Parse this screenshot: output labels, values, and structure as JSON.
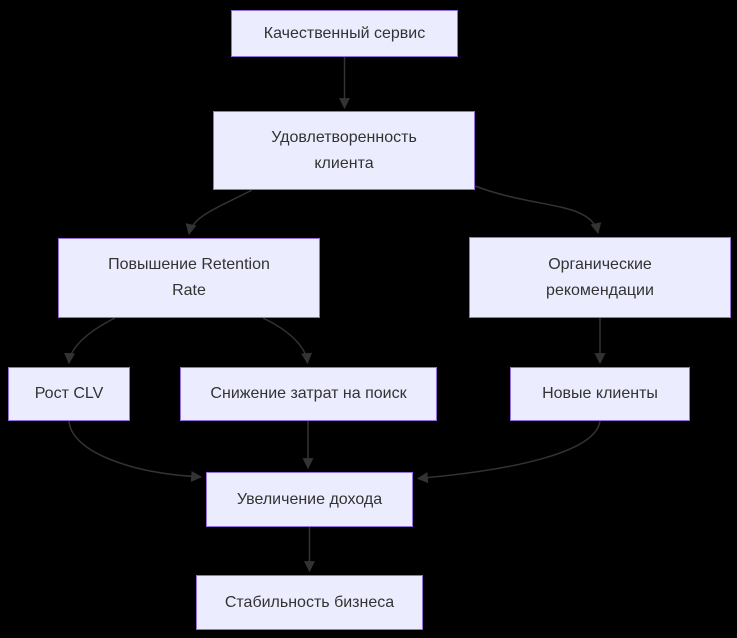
{
  "diagram": {
    "type": "flowchart",
    "direction": "top-down",
    "nodes": [
      {
        "id": "A",
        "label": "Качественный сервис"
      },
      {
        "id": "B",
        "label": "Удовлетворенность клиента"
      },
      {
        "id": "C",
        "label": "Повышение Retention Rate"
      },
      {
        "id": "D",
        "label": "Органические рекомендации"
      },
      {
        "id": "E",
        "label": "Рост CLV"
      },
      {
        "id": "F",
        "label": "Снижение затрат на поиск"
      },
      {
        "id": "G",
        "label": "Новые клиенты"
      },
      {
        "id": "H",
        "label": "Увеличение дохода"
      },
      {
        "id": "I",
        "label": "Стабильность бизнеса"
      }
    ],
    "edges": [
      {
        "from": "A",
        "to": "B"
      },
      {
        "from": "B",
        "to": "C"
      },
      {
        "from": "B",
        "to": "D"
      },
      {
        "from": "C",
        "to": "E"
      },
      {
        "from": "C",
        "to": "F"
      },
      {
        "from": "D",
        "to": "G"
      },
      {
        "from": "E",
        "to": "H"
      },
      {
        "from": "F",
        "to": "H"
      },
      {
        "from": "G",
        "to": "H"
      },
      {
        "from": "H",
        "to": "I"
      }
    ],
    "colors": {
      "background": "#000000",
      "node_fill": "#ECECFF",
      "node_border": "#9370DB",
      "edge_stroke": "#333333",
      "text": "#333333"
    }
  }
}
